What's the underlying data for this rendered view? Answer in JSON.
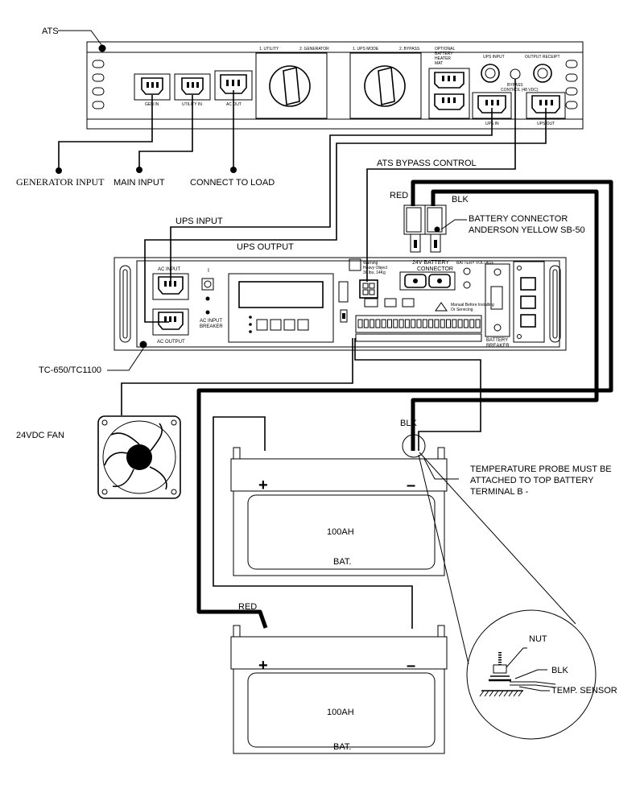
{
  "labels": {
    "ats": "ATS",
    "generator_input": "GENERATOR INPUT",
    "main_input": "MAIN INPUT",
    "connect_to_load": "CONNECT TO LOAD",
    "ats_bypass_control": "ATS BYPASS CONTROL",
    "ups_input": "UPS INPUT",
    "ups_output": "UPS OUTPUT",
    "red_top": "RED",
    "blk_top": "BLK",
    "battery_connector_1": "BATTERY CONNECTOR",
    "battery_connector_2": "ANDERSON YELLOW  SB-50",
    "tc_model": "TC-650/TC1100",
    "fan": "24VDC  FAN",
    "blk_mid": "BLK",
    "temp_probe_1": "TEMPERATURE PROBE MUST BE",
    "temp_probe_2": "ATTACHED TO TOP BATTERY",
    "temp_probe_3": "TERMINAL B -",
    "red_bottom": "RED",
    "nut": "NUT",
    "blk_detail": "BLK",
    "temp_sensor": "TEMP. SENSOR"
  },
  "ats_panel": {
    "gen_in": "GEN IN",
    "utility_in": "UTILITY IN",
    "ac_out": "AC OUT",
    "switch1_left": "1. UTILITY",
    "switch1_right": "2. GENERATOR",
    "switch2_left": "1. UPS MODE",
    "switch2_right": "2. BYPASS",
    "optional_1": "OPTIONAL",
    "optional_2": "BATTERY",
    "optional_3": "HEATER",
    "optional_4": "MAT",
    "ups_input": "UPS INPUT",
    "output_receipt": "OUTPUT RECEIPT",
    "bypass_1": "BYPASS",
    "bypass_2": "CONTROL (48 VDC)",
    "ups_in": "UPS IN",
    "ups_out": "UPS OUT"
  },
  "ups_panel": {
    "ac_input": "AC INPUT",
    "ac_output": "AC OUTPUT",
    "ac_input_breaker_1": "AC INPUT",
    "ac_input_breaker_2": "BREAKER",
    "power_mark": "I",
    "warning_1": "Warning",
    "warning_2": "Heavy Object",
    "warning_3": "30 lbs, 14Kg",
    "battery_connector_1": "24V BATTERY",
    "battery_connector_2": "CONNECTOR",
    "battery_voltage": "BATTERY VOLTAGE",
    "battery_breaker_1": "BATTERY",
    "battery_breaker_2": "BREAKER",
    "caution_1": "Manual Before Installing",
    "caution_2": "Or Servicing"
  },
  "batteries": [
    {
      "capacity": "100AH",
      "label": "BAT.",
      "plus": "+",
      "minus": "–"
    },
    {
      "capacity": "100AH",
      "label": "BAT.",
      "plus": "+",
      "minus": "–"
    }
  ]
}
